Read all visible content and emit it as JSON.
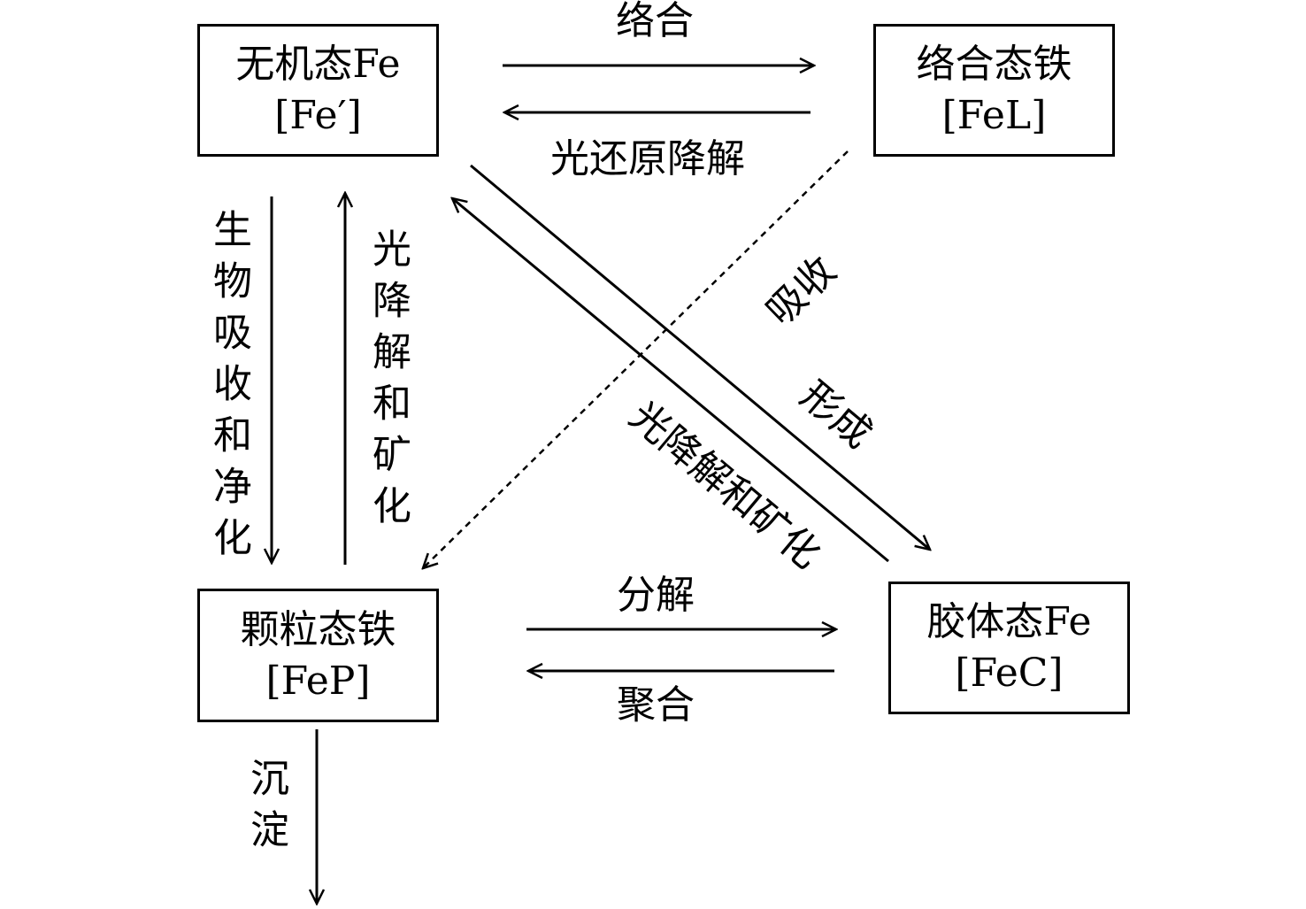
{
  "nodes": {
    "inorganic": {
      "line1": "无机态Fe",
      "line2": "[Fe′]"
    },
    "complexed": {
      "line1": "络合态铁",
      "line2": "[FeL]"
    },
    "particulate": {
      "line1": "颗粒态铁",
      "line2": "[FeP]"
    },
    "colloidal": {
      "line1": "胶体态Fe",
      "line2": "[FeC]"
    }
  },
  "edges": {
    "complexation": "络合",
    "photo_reductive_degradation": "光还原降解",
    "bio_uptake_purification": "生物吸收和净化",
    "photo_degradation_mineralization_vertical": "光降解和矿化",
    "absorption": "吸收",
    "formation": "形成",
    "photo_degradation_mineralization_diagonal": "光降解和矿化",
    "decomposition": "分解",
    "aggregation": "聚合",
    "sedimentation": "沉淀"
  }
}
